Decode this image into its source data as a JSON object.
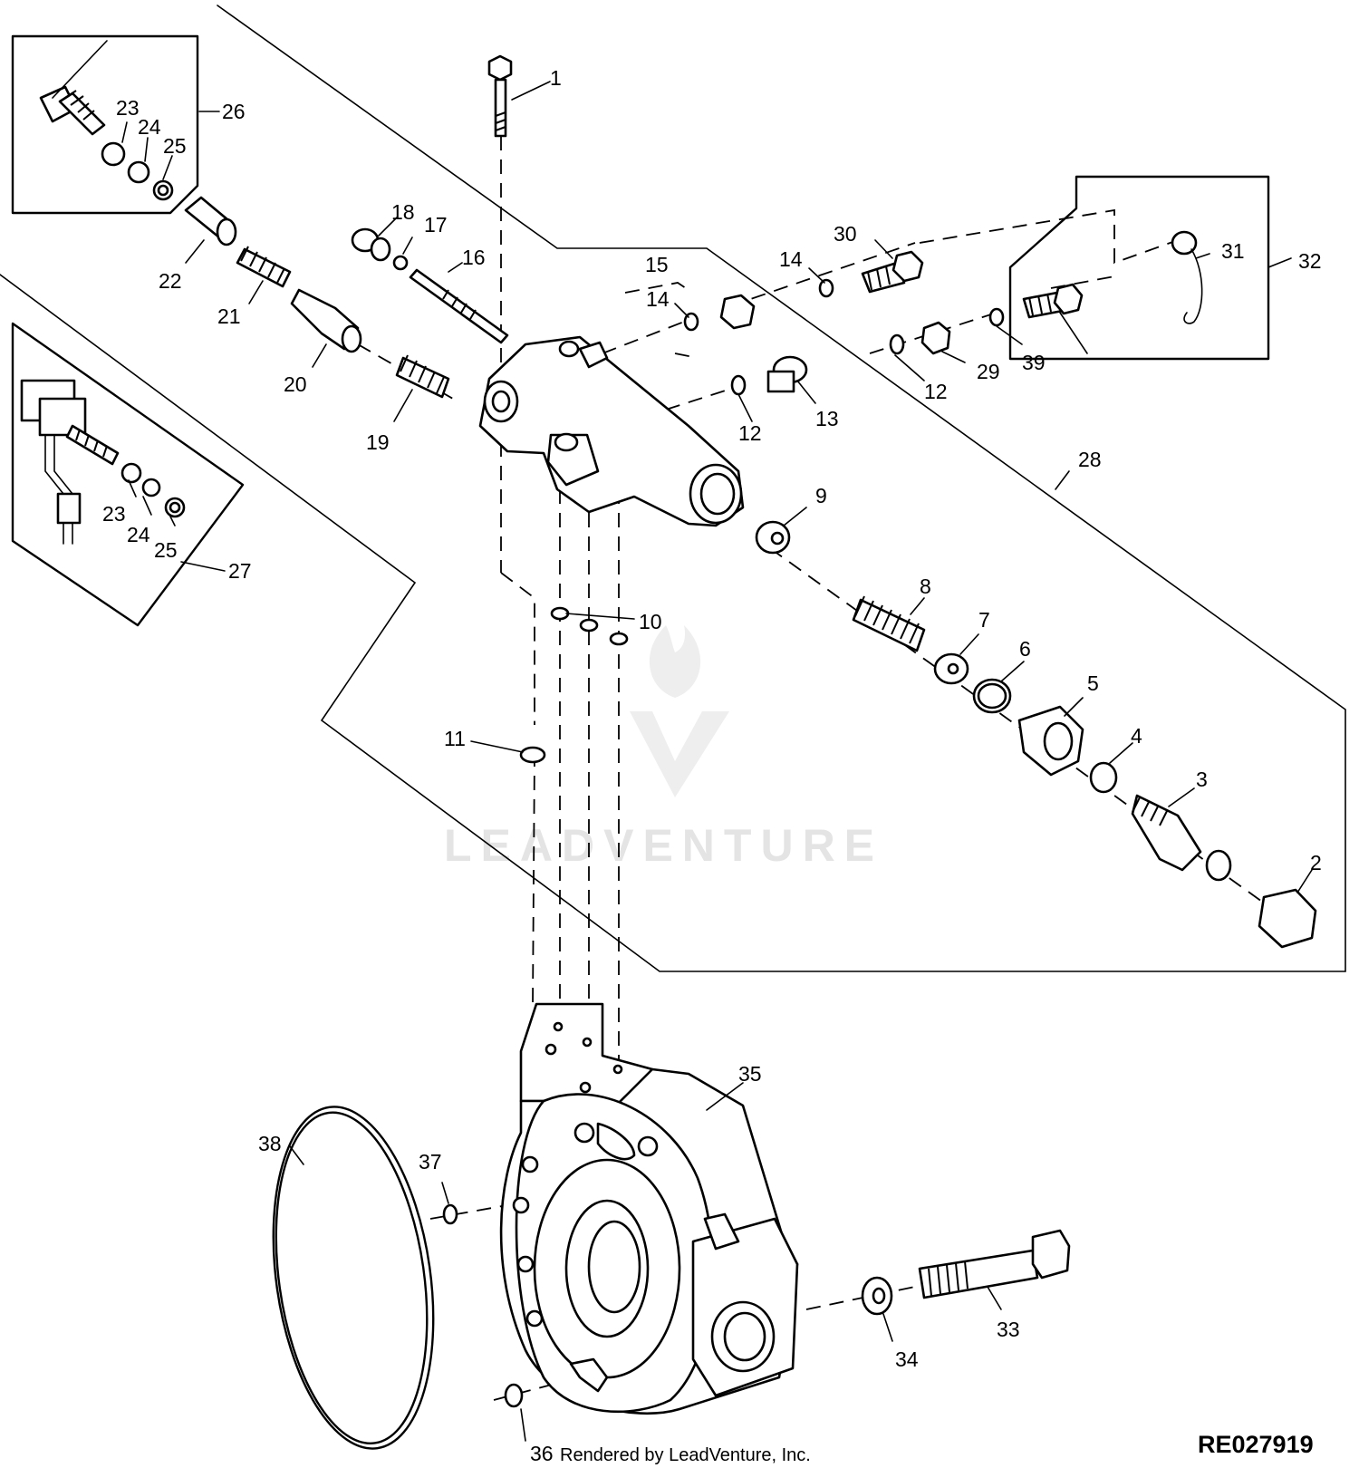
{
  "diagram": {
    "reference_code": "RE027919",
    "credit": "Rendered by LeadVenture, Inc.",
    "watermark": "LEADVENTURE",
    "callouts": [
      "1",
      "2",
      "3",
      "4",
      "5",
      "6",
      "7",
      "8",
      "9",
      "10",
      "11",
      "12",
      "12",
      "13",
      "14",
      "14",
      "15",
      "16",
      "17",
      "18",
      "19",
      "20",
      "21",
      "22",
      "23",
      "24",
      "25",
      "26",
      "23",
      "24",
      "25",
      "27",
      "28",
      "29",
      "30",
      "31",
      "32",
      "39",
      "33",
      "34",
      "35",
      "36",
      "37",
      "38"
    ]
  }
}
